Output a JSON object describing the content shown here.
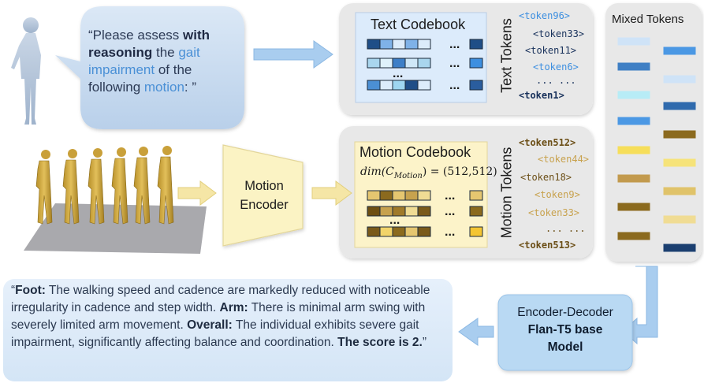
{
  "prompt": {
    "quote_open": "“Please assess ",
    "bold1": "with reasoning",
    "mid1": " the ",
    "hl1": "gait impairment",
    "mid2": " of the following ",
    "hl2": "motion",
    "end": ": ”"
  },
  "text_codebook": {
    "title": "Text Codebook",
    "side_label": "Text Tokens",
    "dots": "...",
    "tokens": [
      "<token96>",
      "<token33>",
      "<token11>",
      "<token6>",
      "... ...",
      "<token1>"
    ]
  },
  "motion_codebook": {
    "title": "Motion Codebook",
    "formula": "dim(C_Motion) = (512,512)",
    "formula_lhs": "dim(C",
    "formula_sub": "Motion",
    "formula_rhs": ") = (512,512)",
    "side_label": "Motion Tokens",
    "dots": "...",
    "tokens": [
      "<token512>",
      "<token44>",
      "<token18>",
      "<token9>",
      "<token33>",
      "... ...",
      "<token513>"
    ]
  },
  "motion_encoder": {
    "line1": "Motion",
    "line2": "Encoder"
  },
  "mixed_tokens": {
    "title": "Mixed Tokens"
  },
  "model": {
    "line1": "Encoder-Decoder",
    "line2": "Flan-T5 base",
    "line3": "Model"
  },
  "output": {
    "foot_label": "Foot:",
    "foot_text": " The walking speed and cadence are markedly reduced with noticeable irregularity in cadence and step width. ",
    "arm_label": "Arm:",
    "arm_text": " There is minimal arm swing with severely limited arm movement. ",
    "overall_label": "Overall:",
    "overall_text": " The individual exhibits severe gait impairment, significantly affecting balance and coordination. ",
    "score_text": "The score is 2.",
    "quote_open": "“",
    "quote_close": "”"
  },
  "colors": {
    "text_blue": "#3d8fe0",
    "text_dark": "#17305a",
    "motion_gold": "#c8a24e",
    "motion_dark": "#6b4e16",
    "panel_gray": "#e8e8e8",
    "encoder_yellow": "#fbf3c4",
    "arrow_blue": "#a9cdef",
    "arrow_yellow": "#f5e6a6"
  },
  "icons": [
    "person-silhouette-icon",
    "walking-figure-sequence",
    "speech-bubble"
  ]
}
